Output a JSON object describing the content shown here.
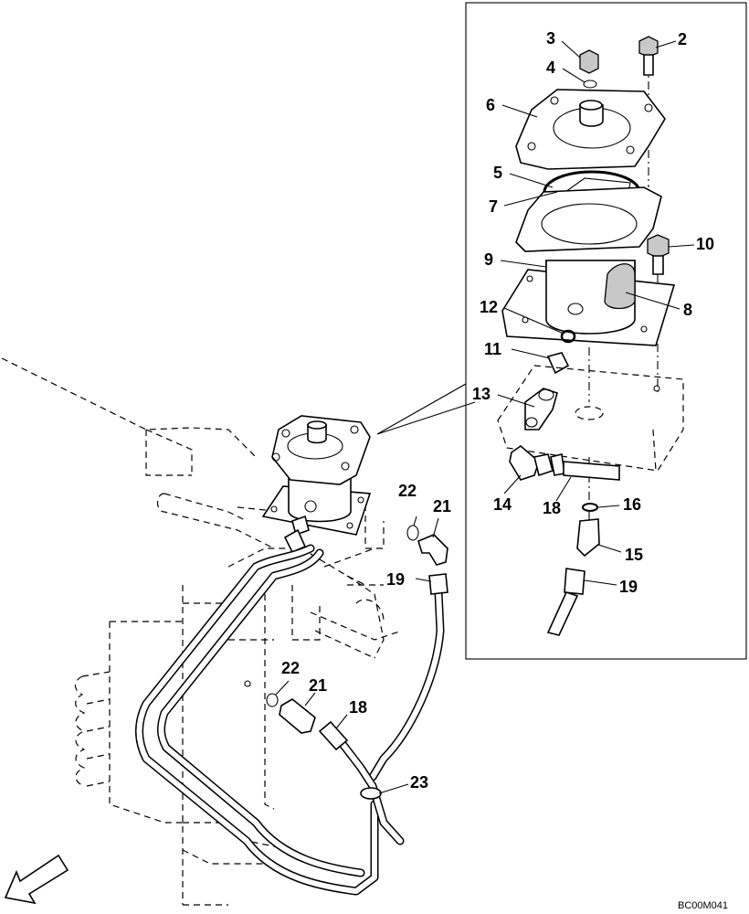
{
  "drawing_code": "BC00M041",
  "callouts": {
    "c2": "2",
    "c3": "3",
    "c4": "4",
    "c5": "5",
    "c6": "6",
    "c7": "7",
    "c8": "8",
    "c9": "9",
    "c10": "10",
    "c11": "11",
    "c12": "12",
    "c13": "13",
    "c14": "14",
    "c15": "15",
    "c16": "16",
    "c18a": "18",
    "c19a": "19",
    "c21a": "21",
    "c22a": "22",
    "c18b": "18",
    "c19b": "19",
    "c21b": "21",
    "c22b": "22",
    "c23": "23"
  },
  "icons": {
    "front_arrow": "front-direction-arrow-icon"
  }
}
